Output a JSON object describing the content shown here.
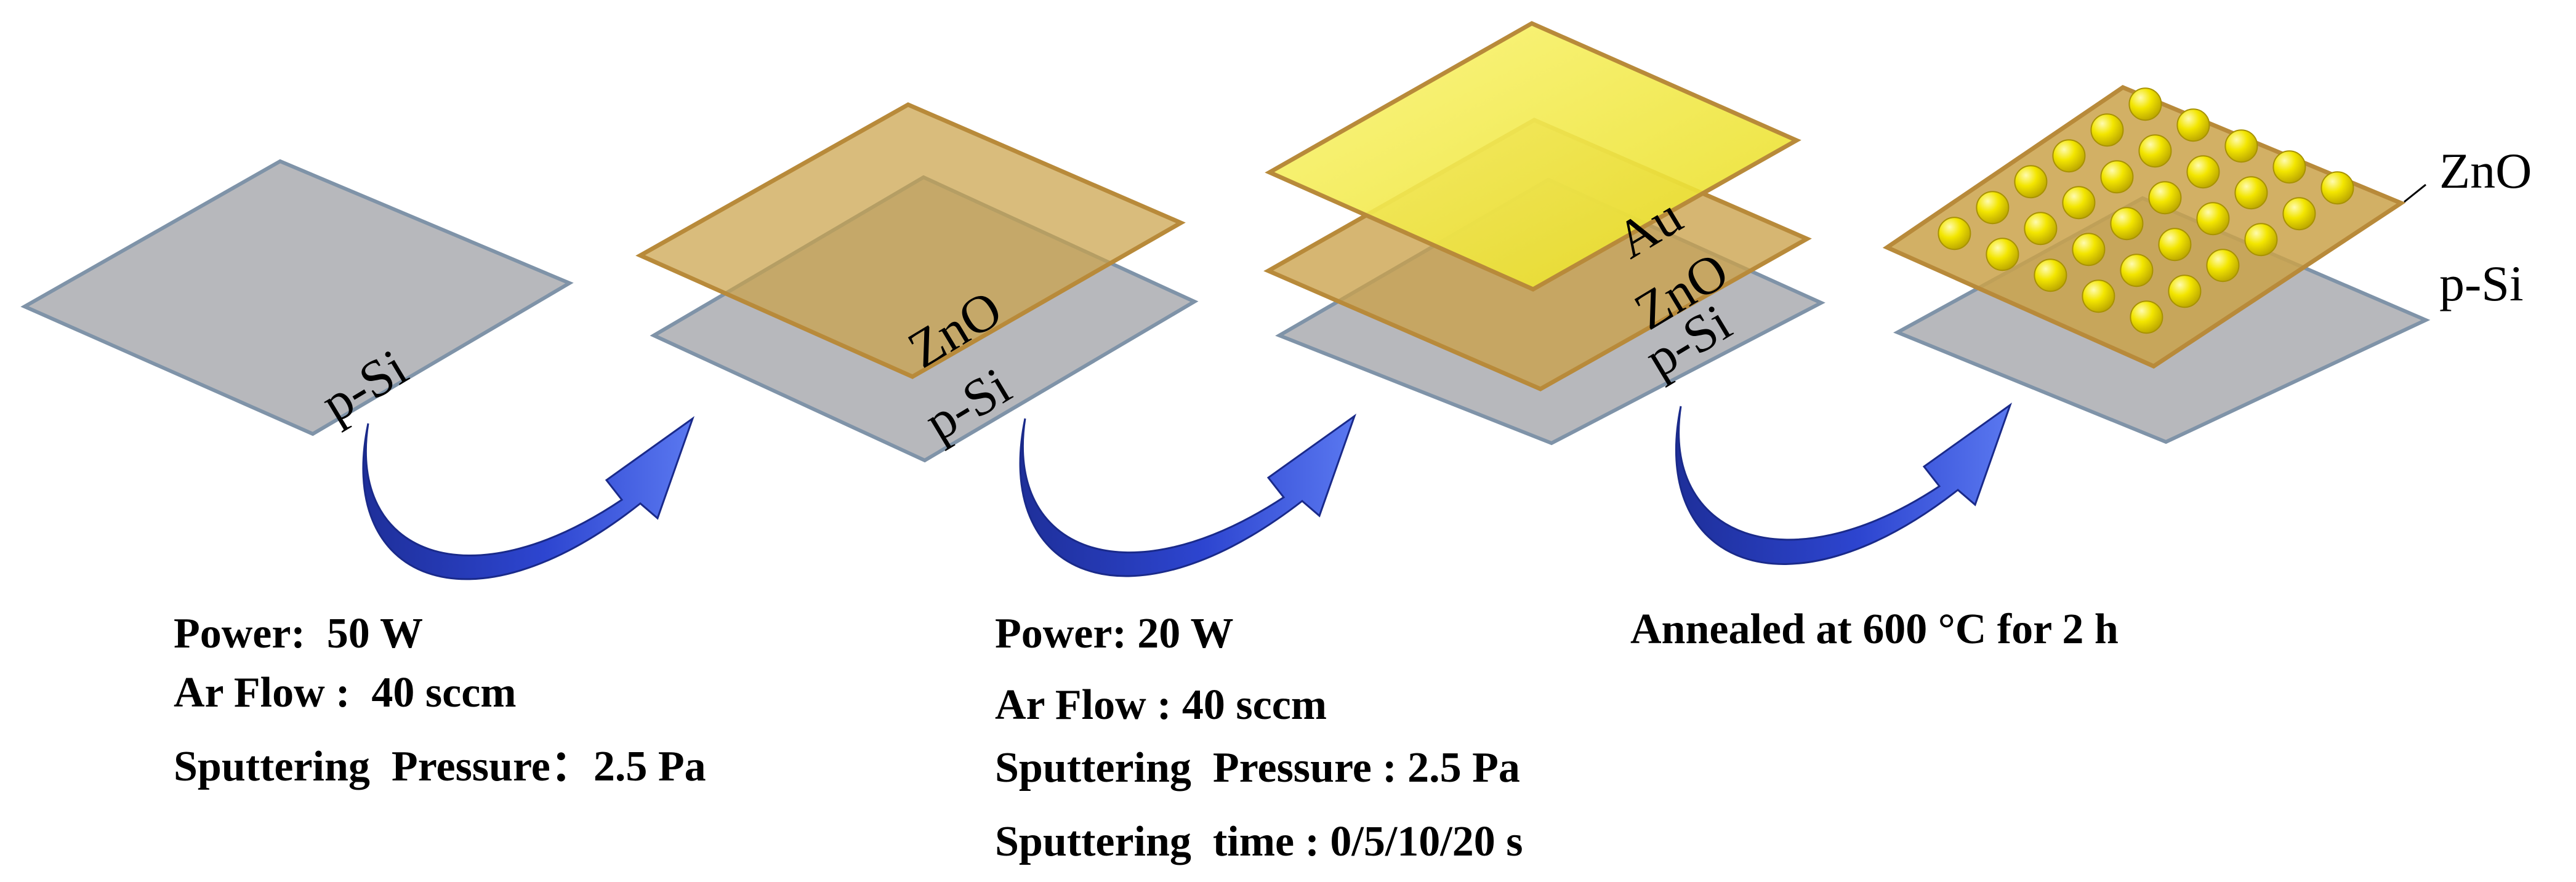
{
  "steps": [
    {
      "layers": [
        "p-Si"
      ]
    },
    {
      "layers": [
        "p-Si",
        "ZnO"
      ],
      "conditions": [
        "Power:  50 W",
        "Ar Flow :  40 sccm",
        "Sputtering  Pressure：2.5 Pa"
      ]
    },
    {
      "layers": [
        "p-Si",
        "ZnO",
        "Au"
      ],
      "conditions": [
        "Power: 20 W",
        "Ar Flow : 40 sccm",
        "Sputtering  Pressure : 2.5 Pa",
        "Sputtering  time : 0/5/10/20 s"
      ]
    },
    {
      "layers": [
        "ZnO",
        "p-Si"
      ],
      "conditions": [
        "Annealed at 600 °C for 2 h"
      ]
    }
  ],
  "colors": {
    "substrate": "#b7b8bc",
    "substrate_edge": "#7f93a8",
    "zno": "#caa24a",
    "zno_edge": "#b88a3a",
    "au": "#f2ec3c",
    "au_edge": "#b88a3a",
    "particle": "#f3e600",
    "arrow_dark": "#1e2f9a",
    "arrow_light": "#5a78f0"
  }
}
